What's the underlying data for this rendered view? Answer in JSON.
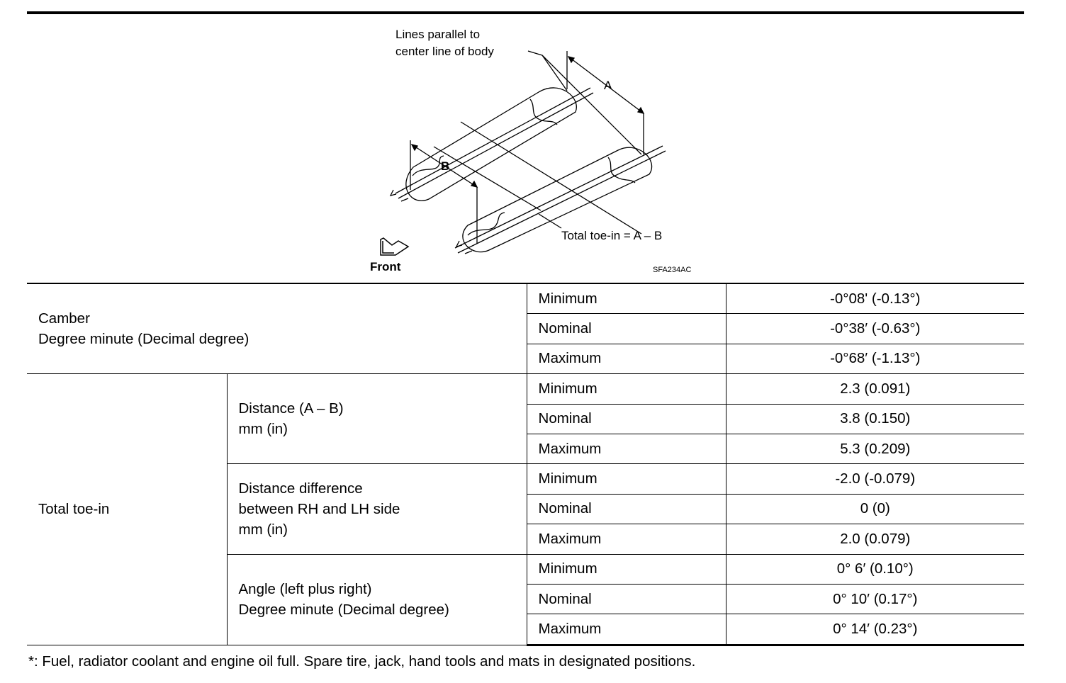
{
  "figure": {
    "label_parallel_line1": "Lines parallel to",
    "label_parallel_line2": "center line of body",
    "label_a": "A",
    "label_b": "B",
    "formula": "Total toe-in = A – B",
    "front_label": "Front",
    "figure_code": "SFA234AC"
  },
  "table": {
    "camber": {
      "label_line1": "Camber",
      "label_line2": "Degree minute (Decimal degree)",
      "rows": [
        {
          "level": "Minimum",
          "value": "-0°08' (-0.13°)"
        },
        {
          "level": "Nominal",
          "value": "-0°38′ (-0.63°)"
        },
        {
          "level": "Maximum",
          "value": "-0°68′ (-1.13°)"
        }
      ]
    },
    "toe": {
      "label": "Total toe-in",
      "groups": [
        {
          "label_line1": "Distance (A – B)",
          "label_line2": "mm (in)",
          "rows": [
            {
              "level": "Minimum",
              "value": "2.3 (0.091)"
            },
            {
              "level": "Nominal",
              "value": "3.8 (0.150)"
            },
            {
              "level": "Maximum",
              "value": "5.3 (0.209)"
            }
          ]
        },
        {
          "label_line1": "Distance difference",
          "label_line2": "between RH and LH side",
          "label_line3": "mm (in)",
          "rows": [
            {
              "level": "Minimum",
              "value": "-2.0 (-0.079)"
            },
            {
              "level": "Nominal",
              "value": "0 (0)"
            },
            {
              "level": "Maximum",
              "value": "2.0 (0.079)"
            }
          ]
        },
        {
          "label_line1": "Angle (left plus right)",
          "label_line2": "Degree minute (Decimal degree)",
          "rows": [
            {
              "level": "Minimum",
              "value": "0° 6′ (0.10°)"
            },
            {
              "level": "Nominal",
              "value": "0° 10′ (0.17°)"
            },
            {
              "level": "Maximum",
              "value": "0° 14′ (0.23°)"
            }
          ]
        }
      ]
    }
  },
  "footnote": "*: Fuel, radiator coolant and engine oil full. Spare tire, jack, hand tools and mats in designated positions."
}
